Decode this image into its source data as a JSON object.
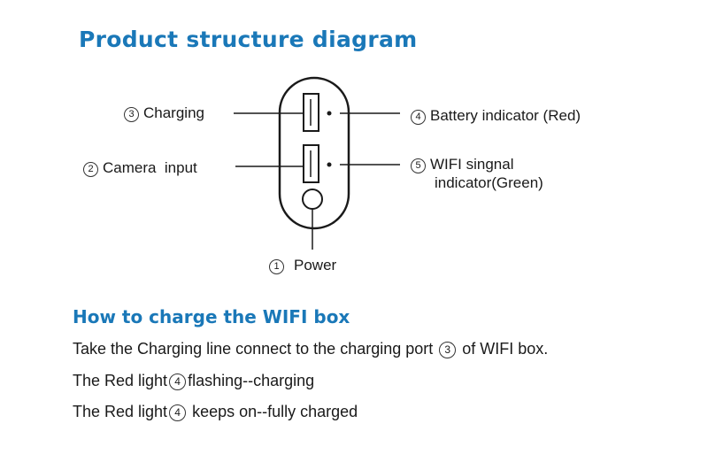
{
  "title": "Product structure diagram",
  "labels": {
    "charging": {
      "num": "3",
      "text": "Charging"
    },
    "camera": {
      "num": "2",
      "text": "Camera  input"
    },
    "battery": {
      "num": "4",
      "text": "Battery indicator (Red)"
    },
    "wifi": {
      "num": "5",
      "line1": "WIFI singnal",
      "line2": "indicator(Green)"
    },
    "power": {
      "num": "1",
      "text": "Power"
    }
  },
  "section_heading": "How to charge the WIFI box",
  "instructions": [
    {
      "pre": "Take the Charging line connect to the charging port ",
      "num": "3",
      "post": " of WIFI box."
    },
    {
      "pre": "The Red light",
      "num": "4",
      "post": "flashing--charging"
    },
    {
      "pre": "The Red light",
      "num": "4",
      "post": " keeps on--fully charged"
    }
  ]
}
